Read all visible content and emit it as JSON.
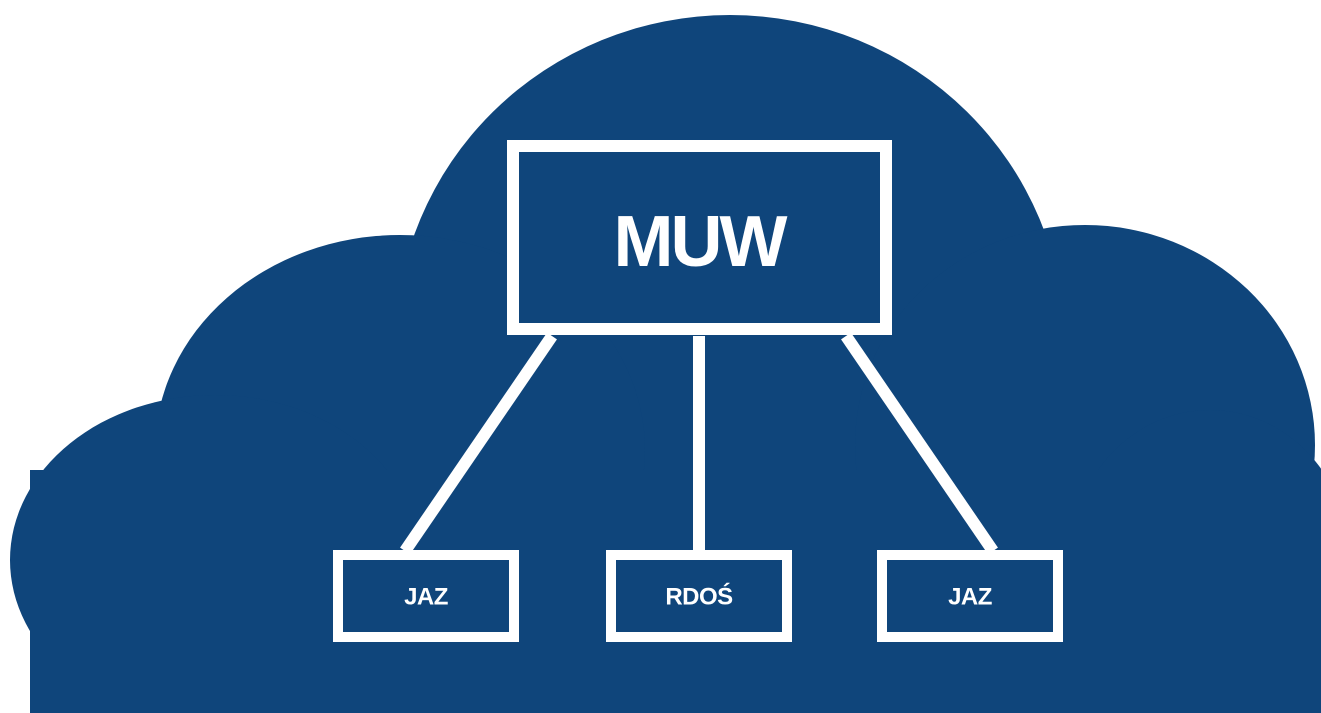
{
  "colors": {
    "cloud_fill": "#0f457b",
    "stroke": "#ffffff",
    "background": "#ffffff"
  },
  "diagram": {
    "root": {
      "label": "MUW"
    },
    "children": [
      {
        "label": "JAZ"
      },
      {
        "label": "RDOŚ"
      },
      {
        "label": "JAZ"
      }
    ]
  }
}
